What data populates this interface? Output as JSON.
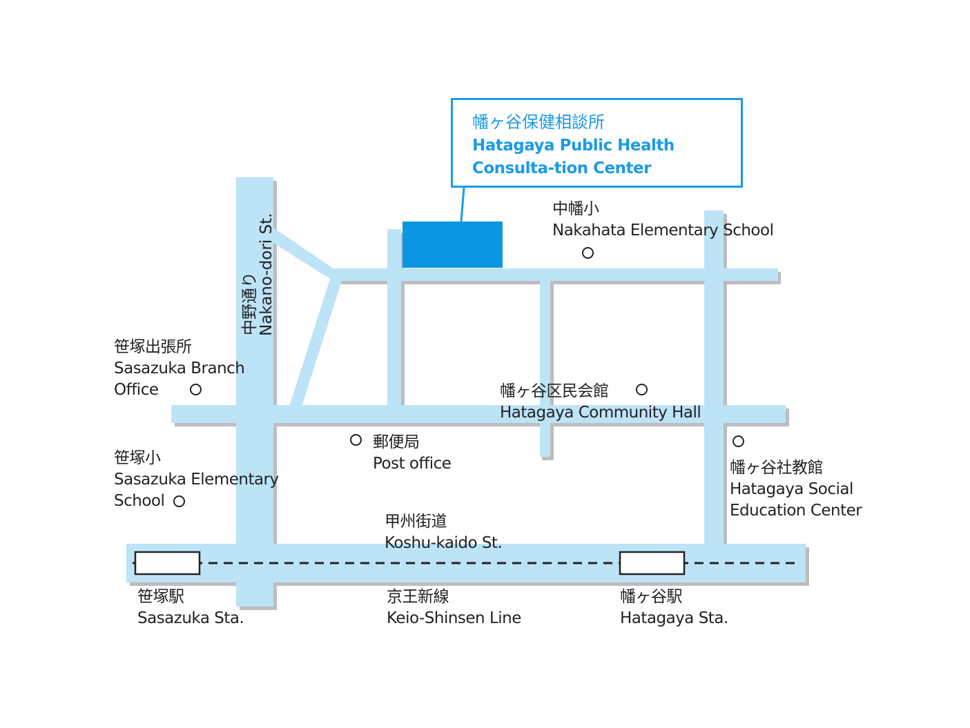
{
  "colors": {
    "road": "#bde3f7",
    "accent": "#1a9be6",
    "building": "#0a96e0",
    "text": "#222222"
  },
  "destination": {
    "name_jp": "幡ヶ谷保健相談所",
    "name_en": "Hatagaya Public Health Consulta-tion Center"
  },
  "streets": {
    "nakano_jp": "中野通り",
    "nakano_en": "Nakano-dori St.",
    "koshu_jp": "甲州街道",
    "koshu_en": "Koshu-kaido St."
  },
  "landmarks": {
    "nakahata": {
      "jp": "中幡小",
      "en": "Nakahata Elementary School"
    },
    "sasazuka_branch": {
      "jp": "笹塚出張所",
      "en1": "Sasazuka Branch",
      "en2": "Office"
    },
    "community_hall": {
      "jp": "幡ヶ谷区民会館",
      "en": "Hatagaya Community Hall"
    },
    "post_office": {
      "jp": "郵便局",
      "en": "Post office"
    },
    "sasazuka_elem": {
      "jp": "笹塚小",
      "en1": "Sasazuka Elementary",
      "en2": "School"
    },
    "social_ed": {
      "jp": "幡ヶ谷社教館",
      "en1": "Hatagaya Social",
      "en2": "Education Center"
    }
  },
  "stations": {
    "sasazuka": {
      "jp": "笹塚駅",
      "en": "Sasazuka Sta."
    },
    "line": {
      "jp": "京王新線",
      "en": "Keio-Shinsen Line"
    },
    "hatagaya": {
      "jp": "幡ヶ谷駅",
      "en": "Hatagaya Sta."
    }
  }
}
